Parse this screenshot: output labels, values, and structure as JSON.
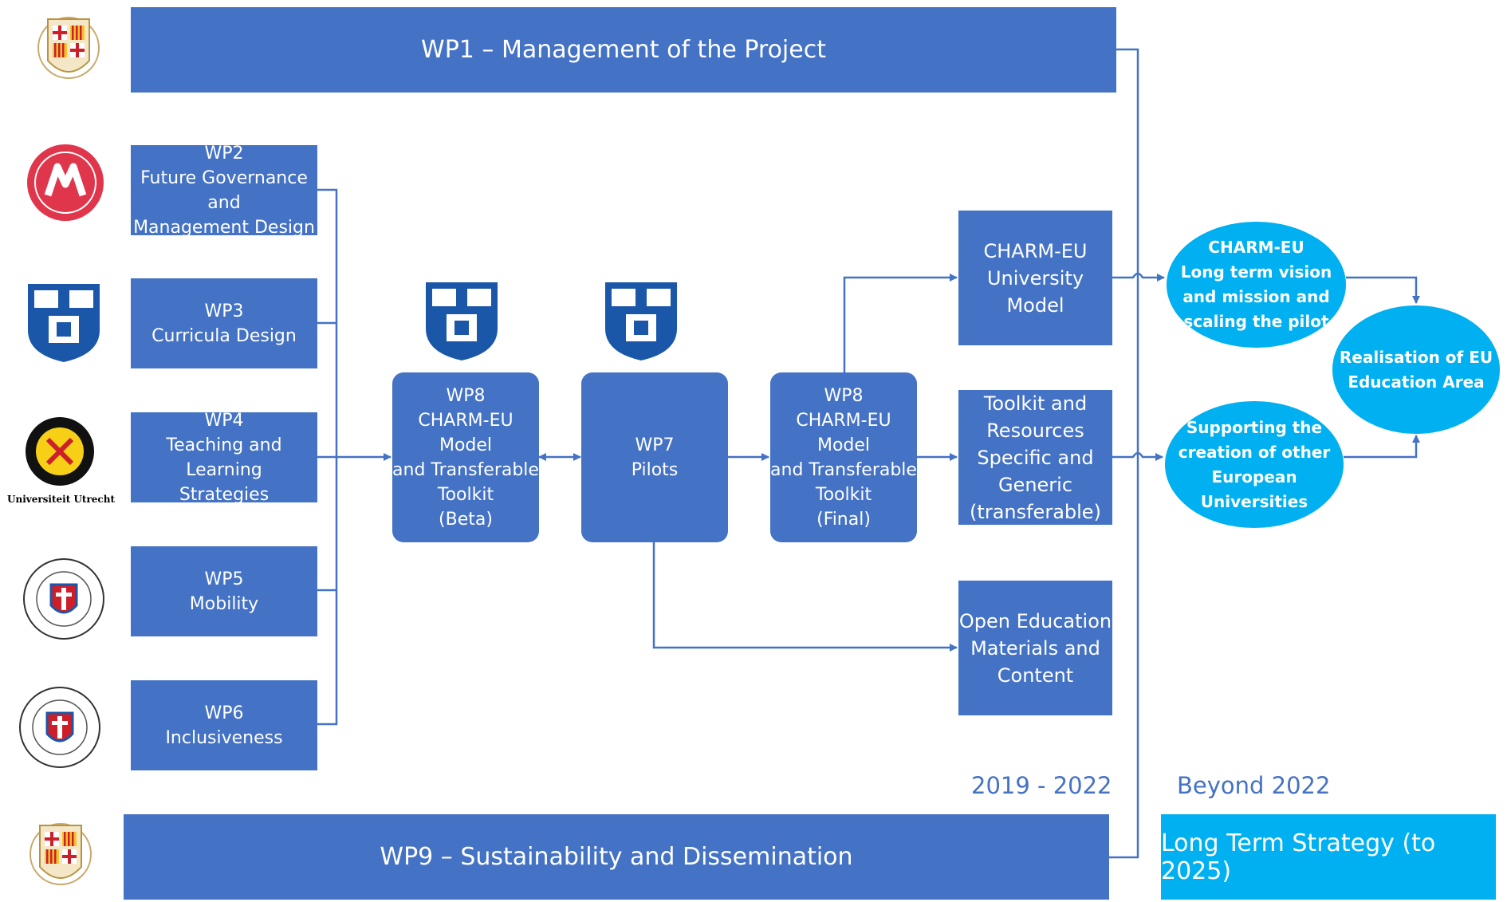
{
  "wp1": "WP1 – Management of the Project",
  "wp9": "WP9 – Sustainability and Dissemination",
  "wp2": [
    "WP2",
    "Future Governance and",
    "Management Design"
  ],
  "wp3": [
    "WP3",
    "Curricula Design"
  ],
  "wp4": [
    "WP4",
    "Teaching and Learning",
    "Strategies"
  ],
  "wp5": [
    "WP5",
    "Mobility"
  ],
  "wp6": [
    "WP6",
    "Inclusiveness"
  ],
  "wp8_beta": [
    "WP8",
    "CHARM-EU Model",
    "and Transferable",
    "Toolkit",
    "(Beta)"
  ],
  "wp7": [
    "WP7",
    "Pilots"
  ],
  "wp8_final": [
    "WP8",
    "CHARM-EU Model",
    "and Transferable",
    "Toolkit",
    "(Final)"
  ],
  "outputs": {
    "university_model": [
      "CHARM-EU",
      "University Model"
    ],
    "toolkit": [
      "Toolkit and",
      "Resources",
      "Specific and",
      "Generic",
      "(transferable)"
    ],
    "open_education": [
      "Open Education",
      "Materials and",
      "Content"
    ]
  },
  "long_term_vision": [
    "CHARM-EU",
    "Long term vision",
    "and mission and",
    "scaling the pilot"
  ],
  "supporting": [
    "Supporting the",
    "creation of other",
    "European",
    "Universities"
  ],
  "realisation": [
    "Realisation of EU",
    "Education Area"
  ],
  "period_label": "2019 - 2022",
  "beyond_label": "Beyond 2022",
  "strategy_label": "Long Term Strategy (to 2025)",
  "utrecht_label": "Universiteit Utrecht",
  "colors": {
    "box_blue": "#4472c4",
    "light_blue": "#00b0f0",
    "text_white": "#ffffff"
  },
  "icons": [
    "barcelona-crest-icon",
    "montpellier-seal-icon",
    "trinity-crest-icon",
    "utrecht-sun-icon",
    "elte-seal-icon"
  ]
}
